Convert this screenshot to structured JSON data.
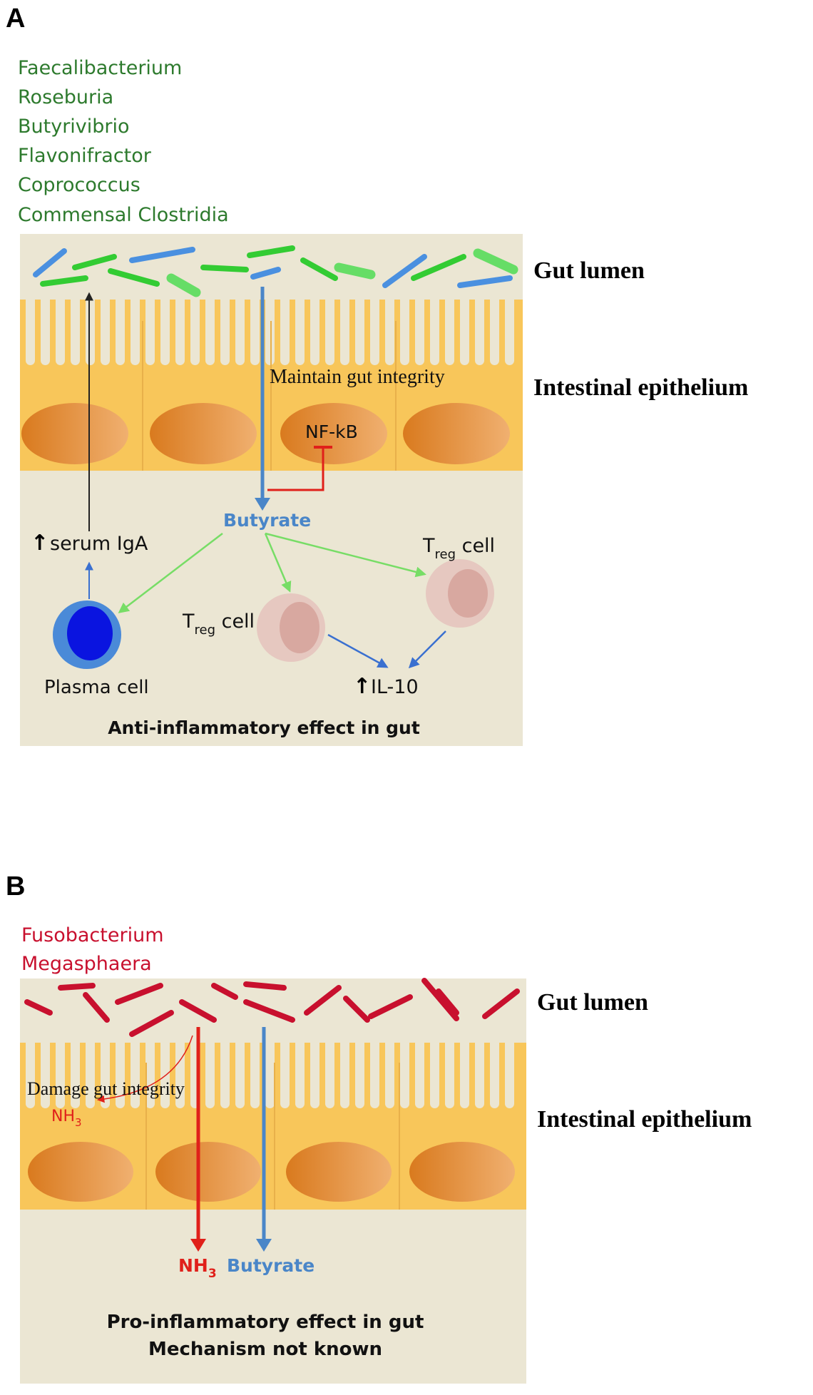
{
  "colors": {
    "bacteria_green": "#2d7a2d",
    "bacteria_red": "#c8102e",
    "butyrate_blue": "#4a86c8",
    "nh3_red": "#e0201a",
    "lamina": "#ebe6d3",
    "epithelium": "#f8c65a",
    "nucleus": "#e0882a",
    "plasma_outer": "#4a8ad8",
    "plasma_inner": "#0a14e0",
    "treg_outer": "#e6c8c0",
    "treg_inner": "#d8a8a0",
    "rod_green": "#33cc33",
    "rod_blue": "#4a90e0"
  },
  "panel_a": {
    "letter": "A",
    "bacteria": [
      "Faecalibacterium",
      "Roseburia",
      "Butyrivibrio",
      "Flavonifractor",
      "Coprococcus",
      "Commensal Clostridia"
    ],
    "gut_lumen": "Gut lumen",
    "intestinal_epithelium": "Intestinal epithelium",
    "maintain": "Maintain gut integrity",
    "nfkb": "NF-kB",
    "butyrate": "Butyrate",
    "serum_iga": "serum IgA",
    "treg_main": "T",
    "treg_sub": "reg",
    "treg_suffix": " cell",
    "plasma_cell": "Plasma cell",
    "il10": "IL-10",
    "up_arrow": "↑",
    "effect": "Anti-inflammatory effect in gut"
  },
  "panel_b": {
    "letter": "B",
    "bacteria": [
      "Fusobacterium",
      "Megasphaera"
    ],
    "gut_lumen": "Gut lumen",
    "intestinal_epithelium": "Intestinal epithelium",
    "damage": "Damage gut integrity",
    "nh3_main": "NH",
    "nh3_sub": "3",
    "butyrate": "Butyrate",
    "effect_line1": "Pro-inflammatory effect in gut",
    "effect_line2": "Mechanism not known"
  }
}
